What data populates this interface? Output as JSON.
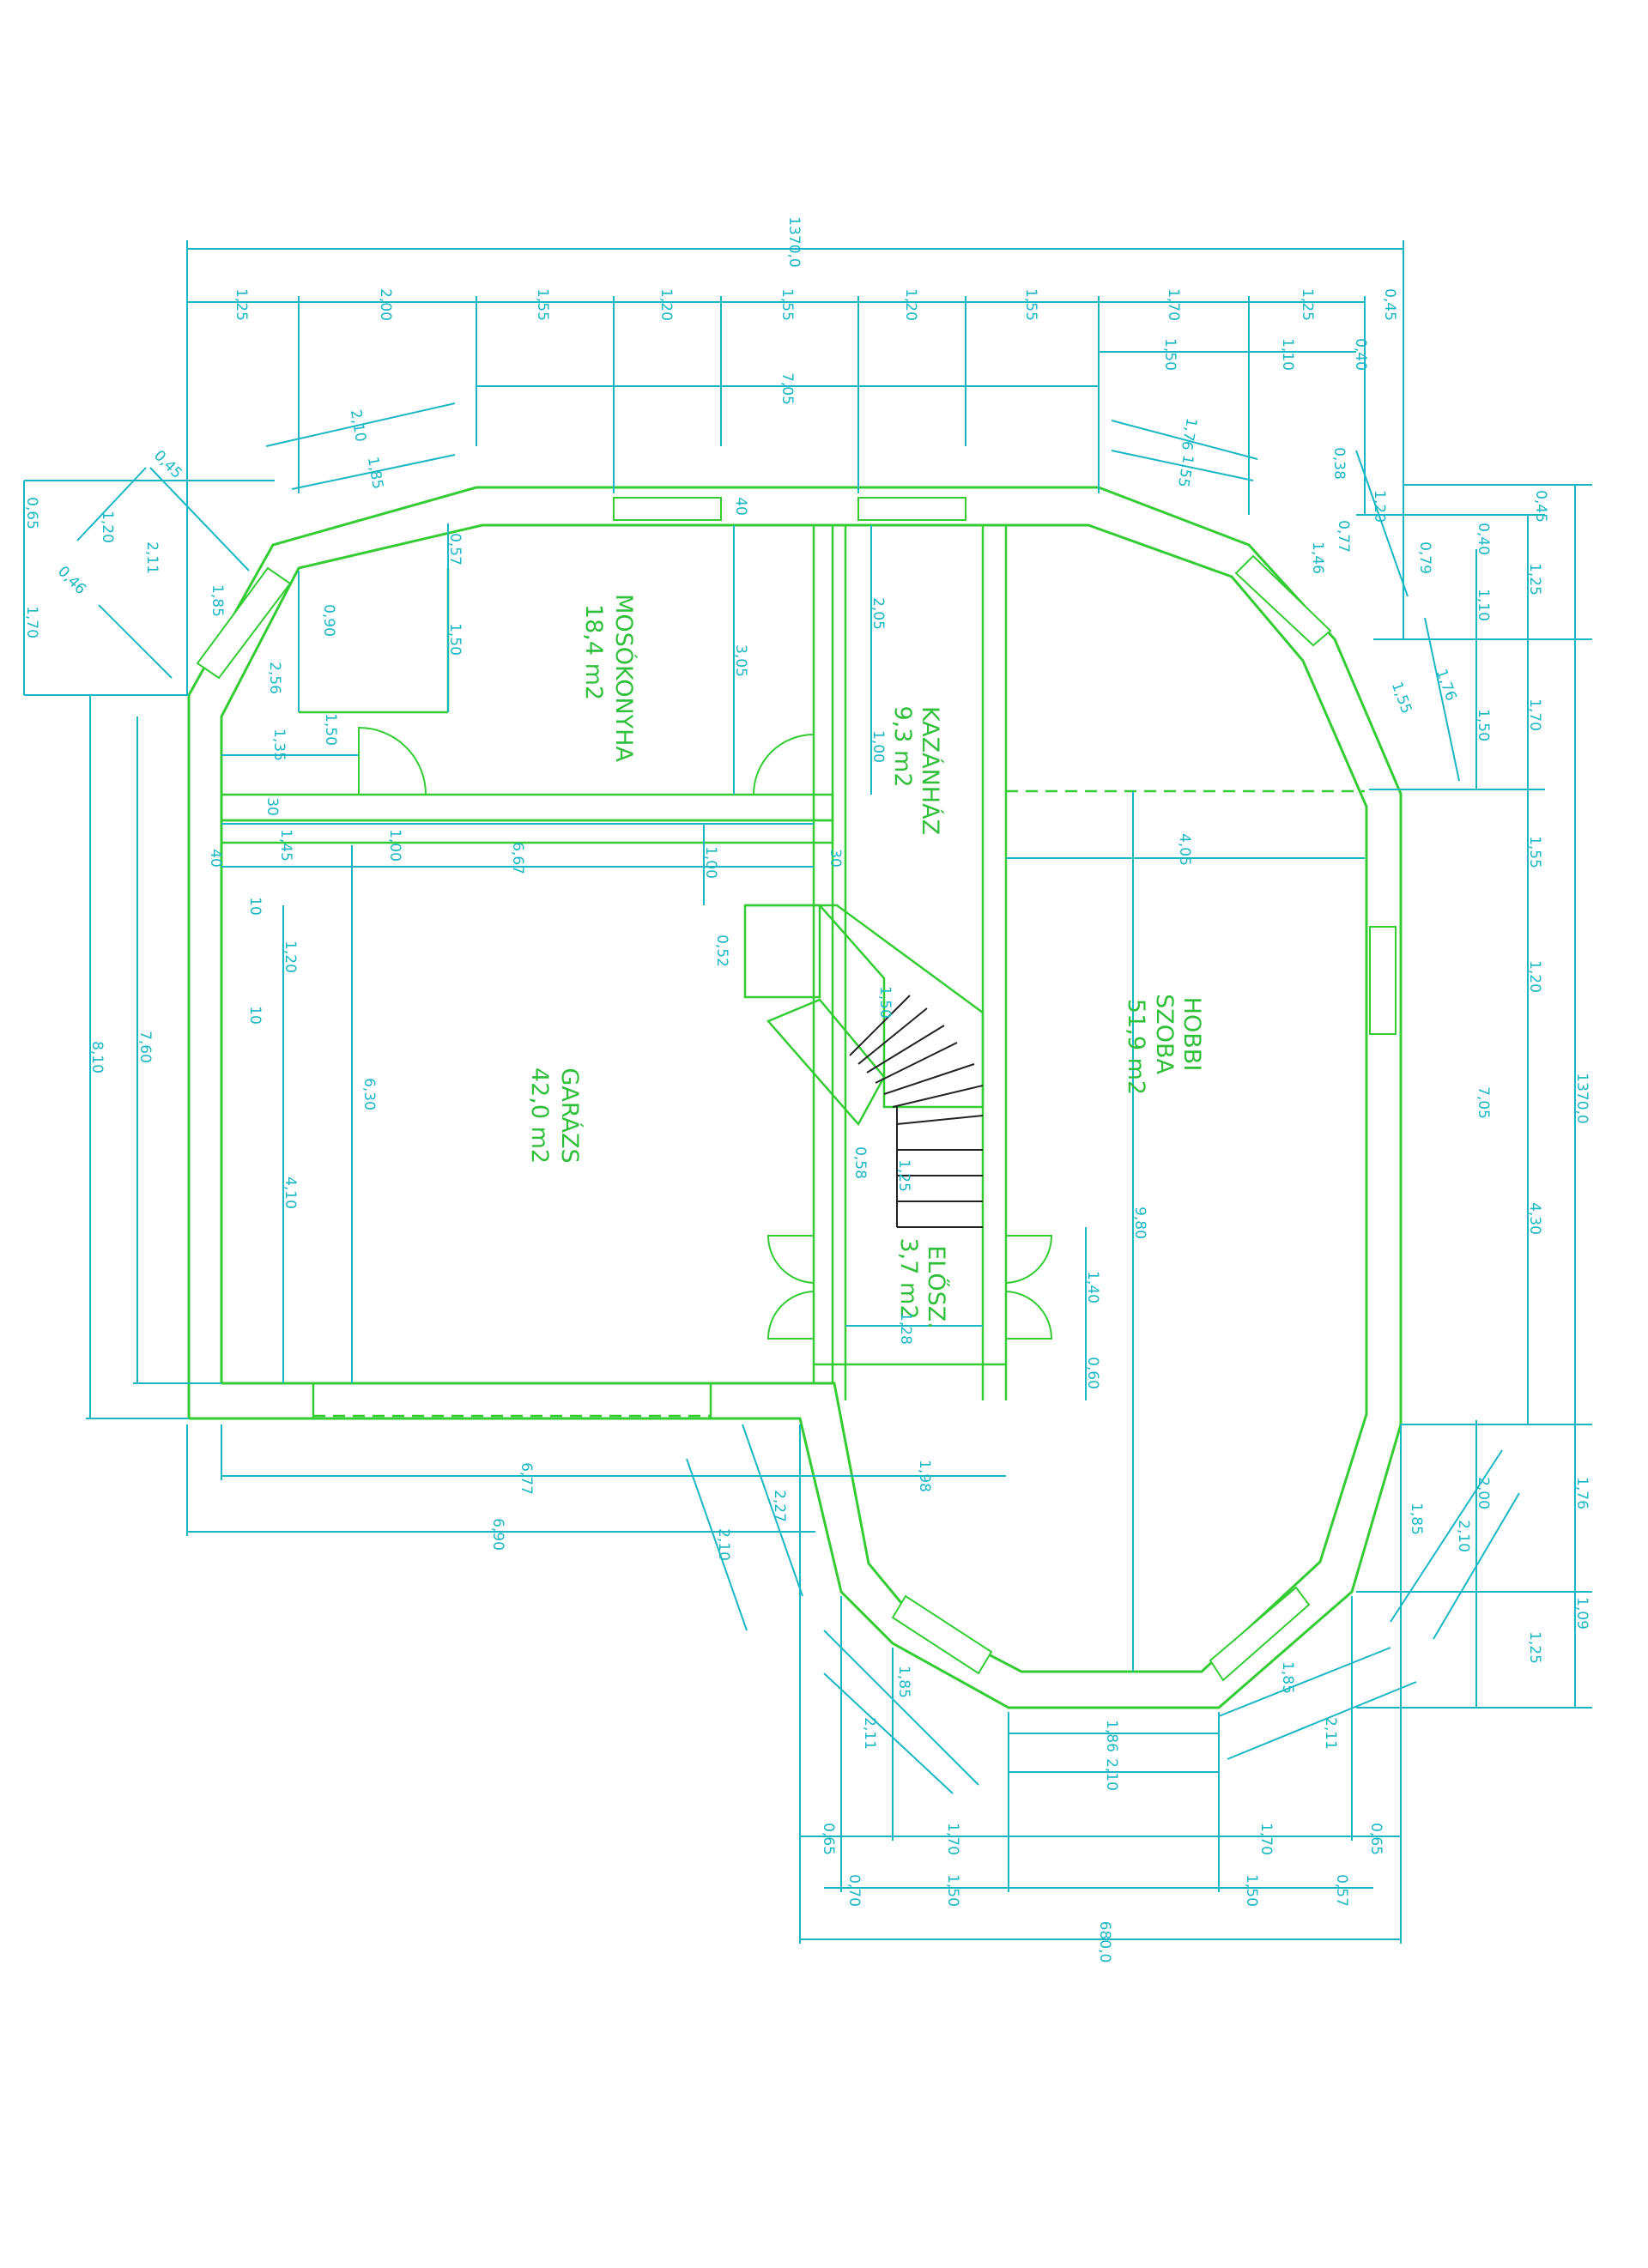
{
  "colors": {
    "wall": "#33cc33",
    "dimension": "#19b7c4",
    "room_label": "#2fbf3a",
    "stair": "#222222"
  },
  "rooms": [
    {
      "id": "mosokonyha",
      "name": "MOSÓKONYHA",
      "area": "18,4 m2"
    },
    {
      "id": "kazanhaz",
      "name": "KAZÁNHÁZ",
      "area": "9,3 m2"
    },
    {
      "id": "garazs",
      "name": "GARÁZS",
      "area": "42,0 m2"
    },
    {
      "id": "hobbi",
      "name": "HOBBI",
      "name2": "SZOBA",
      "area": "51,9 m2"
    },
    {
      "id": "eloter",
      "name": "ELŐSZ.",
      "area": "3,7 m2"
    }
  ],
  "dims": {
    "top_overall": "1370,0",
    "top_row": [
      "1,25",
      "2,00",
      "1,55",
      "1,20",
      "1,55",
      "1,20",
      "1,55",
      "1,70",
      "1,25",
      "0,45"
    ],
    "top_mid": "7,05",
    "top_right": [
      "1,50",
      "1,10",
      "0,40"
    ],
    "diag_top_left": [
      "2,10",
      "1,85"
    ],
    "diag_top_right": [
      "1,76",
      "1,55"
    ],
    "left_far": [
      "0,65",
      "1,20",
      "1,70"
    ],
    "left_diag": [
      "0,45",
      "2,11",
      "0,46"
    ],
    "left_overall": [
      "8,10",
      "7,60"
    ],
    "mosokonyha": [
      "0,57",
      "0,90",
      "1,50",
      "1,85",
      "2,56",
      "1,35",
      "1,50",
      "30",
      "3,05",
      "40",
      "2,05",
      "1,00"
    ],
    "garazs": [
      "1,45",
      "1,00",
      "6,67",
      "1,00",
      "40",
      "30",
      "10",
      "1,20",
      "10",
      "6,30",
      "4,10",
      "0,52"
    ],
    "stair": [
      "1,50",
      "0,58",
      "1,25",
      "1,28"
    ],
    "eloter": [
      "1,40",
      "0,60"
    ],
    "hobbi": [
      "4,05",
      "9,80"
    ],
    "right_far": [
      "0,45",
      "1,25",
      "1,70",
      "1,55",
      "1,20",
      "4,30",
      "1,76",
      "1,09",
      "1,25",
      "1370,0"
    ],
    "right_inner": [
      "0,40",
      "1,10",
      "1,50",
      "7,05",
      "2,00"
    ],
    "right_diag_top": [
      "0,38",
      "1,20",
      "0,77",
      "0,79",
      "1,46",
      "1,76",
      "1,55"
    ],
    "right_diag_bottom": [
      "1,85",
      "2,10"
    ],
    "bottom_left": [
      "6,77",
      "6,90"
    ],
    "bottom_diag_left": [
      "2,27",
      "2,10",
      "1,98"
    ],
    "bottom_oct": [
      "1,85",
      "2,11",
      "1,86",
      "2,10",
      "1,85",
      "2,11"
    ],
    "bottom_row1": [
      "0,65",
      "1,70",
      "1,70",
      "0,65"
    ],
    "bottom_row2": [
      "0,70",
      "1,50",
      "1,50",
      "0,57"
    ],
    "bottom_overall": "680,0"
  }
}
